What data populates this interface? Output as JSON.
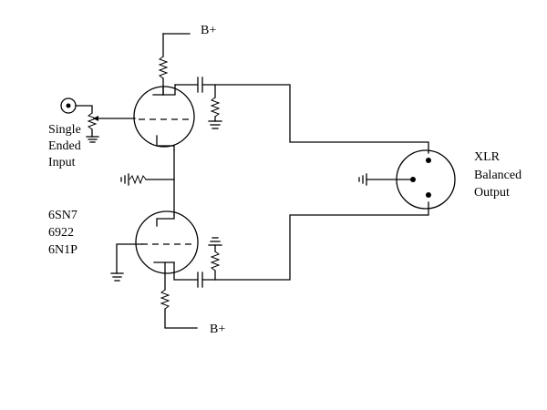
{
  "labels": {
    "b_plus_top": "B+",
    "b_plus_bottom": "B+",
    "input_line1": "Single",
    "input_line2": "Ended",
    "input_line3": "Input",
    "tube_type1": "6SN7",
    "tube_type2": "6922",
    "tube_type3": "6N1P",
    "output_line1": "XLR",
    "output_line2": "Balanced",
    "output_line3": "Output"
  }
}
